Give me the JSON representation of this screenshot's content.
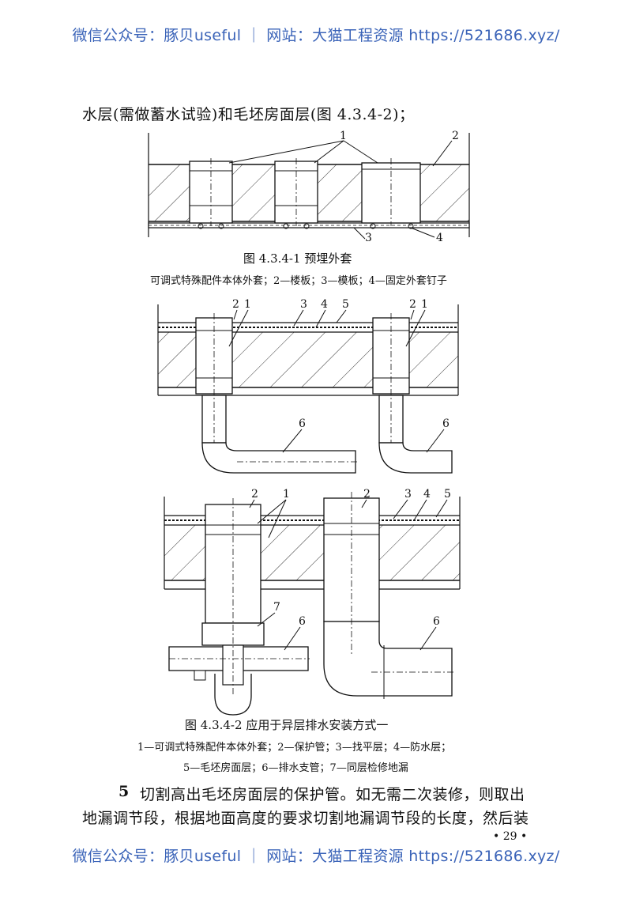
{
  "watermark": "微信公众号：豚贝useful ｜ 网站：大猫工程资源 https://521686.xyz/",
  "intro_line": "水层(需做蓄水试验)和毛坯房面层(图 4.3.4-2)；",
  "figure1": {
    "caption": "图 4.3.4-1   预埋外套",
    "legend": "可调式特殊配件本体外套；2—楼板；3—模板；4—固定外套钉子",
    "labels": [
      "1",
      "2",
      "3",
      "4"
    ]
  },
  "figure2": {
    "caption": "图 4.3.4-2   应用于异层排水安装方式一",
    "legend_line1": "1—可调式特殊配件本体外套；2—保护管；3—找平层；4—防水层；",
    "legend_line2": "5—毛坯房面层；6—排水支管；7—同层检修地漏",
    "labels_a": [
      "2",
      "1",
      "3",
      "4",
      "5",
      "2",
      "1",
      "6",
      "6"
    ],
    "labels_b": [
      "2",
      "1",
      "2",
      "3",
      "4",
      "5",
      "7",
      "6",
      "6"
    ]
  },
  "paragraph": {
    "number": "5",
    "line1": "切割高出毛坯房面层的保护管。如无需二次装修，则取出",
    "line2": "地漏调节段，根据地面高度的要求切割地漏调节段的长度，然后装"
  },
  "page_number": "• 29 •"
}
